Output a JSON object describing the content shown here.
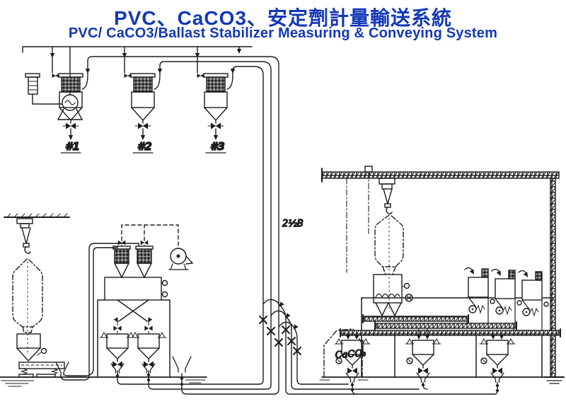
{
  "page": {
    "background": "#ffffff",
    "ink_color": "#1c1c1c",
    "title_color": "#1337b8"
  },
  "header": {
    "title_zh": "PVC、CaCO3、安定劑計量輸送系統",
    "title_en": "PVC/ CaCO3/Ballast Stabilizer Measuring & Conveying System"
  },
  "diagram": {
    "hopper_labels": [
      "#1",
      "#2",
      "#3"
    ],
    "pipe_size_label": "2½B",
    "silo_label": "CaCO₃"
  }
}
